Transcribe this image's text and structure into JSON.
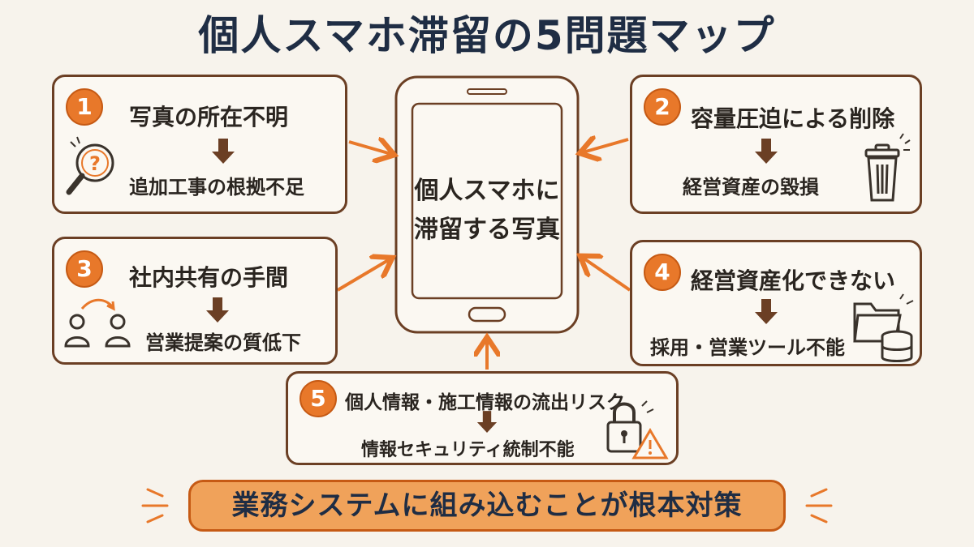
{
  "title": "個人スマホ滞留の5問題マップ",
  "center": {
    "line1": "個人スマホに",
    "line2": "滞留する写真"
  },
  "problems": [
    {
      "number": "1",
      "problem": "写真の所在不明",
      "consequence": "追加工事の根拠不足",
      "icon": "magnifier-question-icon"
    },
    {
      "number": "2",
      "problem": "容量圧迫による削除",
      "consequence": "経営資産の毀損",
      "icon": "trash-can-icon"
    },
    {
      "number": "3",
      "problem": "社内共有の手間",
      "consequence": "営業提案の質低下",
      "icon": "people-share-icon"
    },
    {
      "number": "4",
      "problem": "経営資産化できない",
      "consequence": "採用・営業ツール不能",
      "icon": "folder-database-icon"
    },
    {
      "number": "5",
      "problem": "個人情報・施工情報の流出リスク",
      "consequence": "情報セキュリティ統制不能",
      "icon": "lock-warning-icon"
    }
  ],
  "conclusion": "業務システムに組み込むことが根本対策",
  "colors": {
    "accent": "#e8782a",
    "border": "#6b3f24",
    "title": "#1f2d44",
    "banner": "#f0a25a"
  }
}
